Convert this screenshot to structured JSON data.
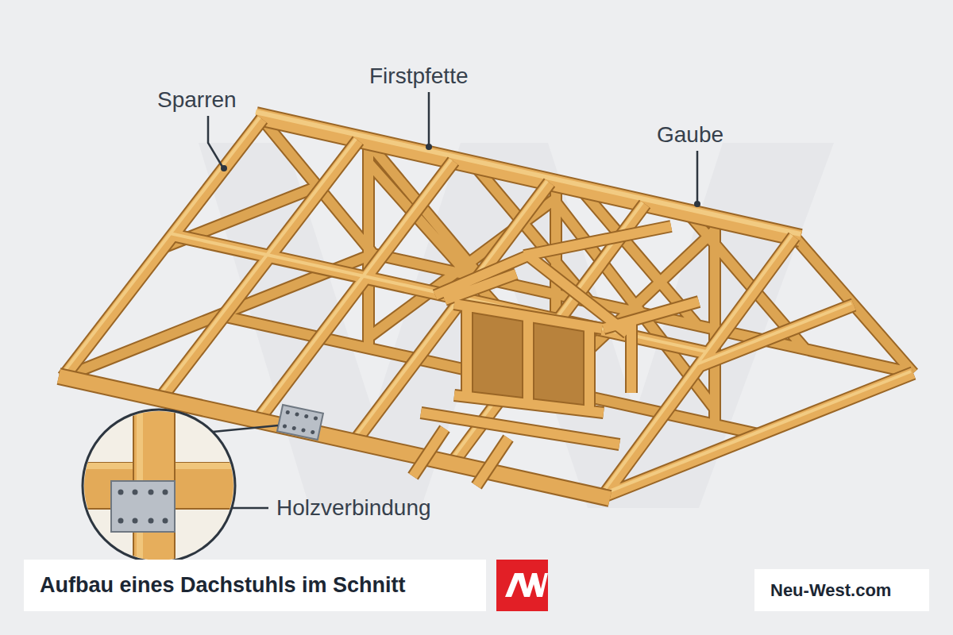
{
  "diagram": {
    "title": "Aufbau eines Dachstuhls im Schnitt",
    "labels": [
      "Sparren",
      "Firstpfette",
      "Gaube",
      "Holzverbindung",
      "Neu-West.com"
    ]
  }
}
